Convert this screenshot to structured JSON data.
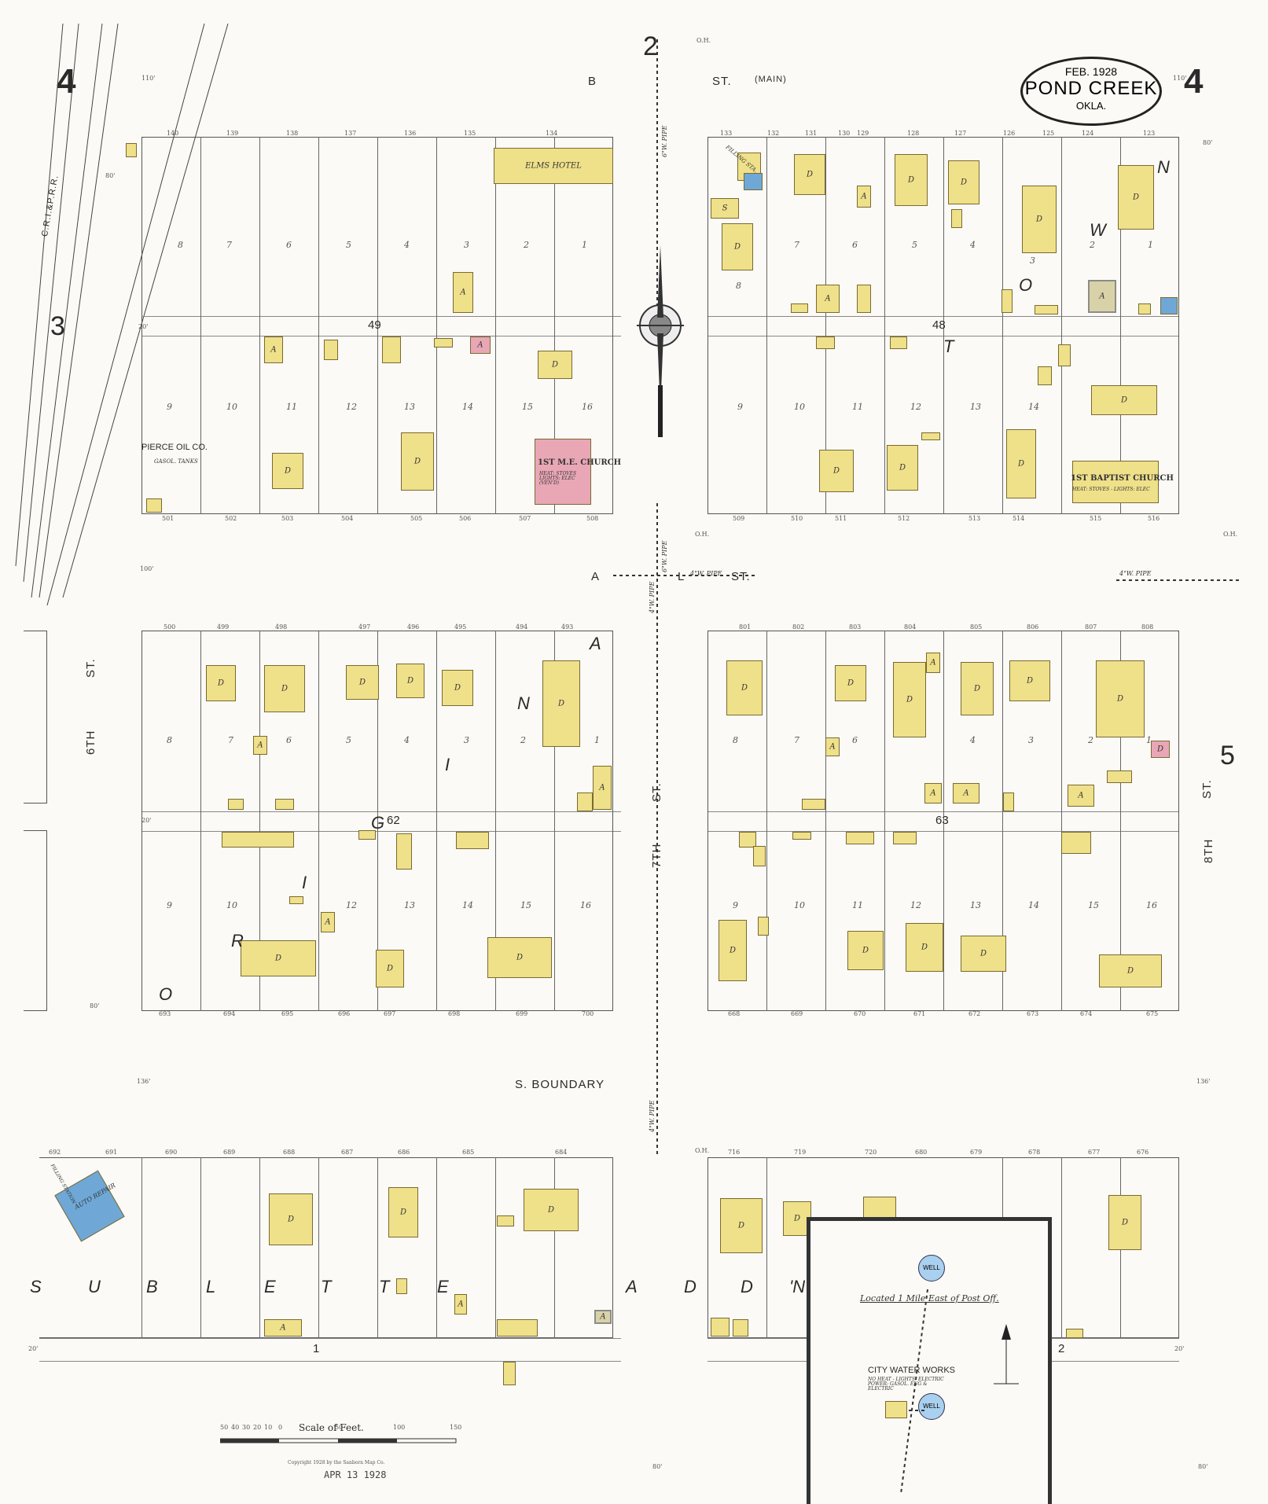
{
  "title": {
    "date": "FEB. 1928",
    "town": "POND CREEK",
    "state": "OKLA.",
    "sheet_left": "4",
    "sheet_right": "4"
  },
  "adjacent_sheets": {
    "top": "2",
    "left": "3",
    "right": "5"
  },
  "streets": {
    "b_st_left": "B",
    "b_st_right": "ST.",
    "b_main": "(MAIN)",
    "a_st_left": "A",
    "a_st_right": "L",
    "a_st_word": "ST.",
    "sixth": "6TH",
    "sixth_st": "ST.",
    "seventh": "7TH",
    "seventh_st": "ST.",
    "eighth": "8TH",
    "eighth_st": "ST.",
    "fifth_st": "ST.",
    "s_boundary": "S. BOUNDARY",
    "railroad": "C.R.I.&P.R.R."
  },
  "blocks": {
    "b49": "49",
    "b48": "48",
    "b62": "62",
    "b63": "63",
    "b1": "1",
    "b2": "2"
  },
  "buildings": {
    "elms_hotel": "ELMS HOTEL",
    "me_church": "1ST M.E. CHURCH",
    "me_church_note": "HEAT: STOVES LIGHTS: ELEC (VEN'D)",
    "baptist_church": "1ST BAPTIST CHURCH",
    "baptist_note": "HEAT: STOVES - LIGHTS: ELEC",
    "pierce_oil": "PIERCE OIL CO.",
    "gasol_tanks": "GASOL. TANKS",
    "filling_sta": "FILLING STA.",
    "auto_repair": "AUTO REPAIR",
    "filling_sta_2": "FILLING STATION",
    "dwelling": "D",
    "auto": "A",
    "store": "S",
    "water_works": "CITY WATER WORKS",
    "water_works_note": "NO HEAT - LIGHTS: ELECTRIC  POWER: GASOL. ENG & ELECTRIC",
    "water_works_loc": "Located 1 Mile East of Post Off.",
    "well": "WELL",
    "oh": "O.H."
  },
  "pipes": {
    "pipe_6": "6\"W. PIPE",
    "pipe_4": "4\"W. PIPE"
  },
  "additions": {
    "townsite_letters": [
      "T",
      "O",
      "W",
      "N"
    ],
    "original_letters": [
      "O",
      "R",
      "I",
      "G",
      "I",
      "N",
      "A",
      "L"
    ],
    "sublette_letters": [
      "S",
      "U",
      "B",
      "L",
      "E",
      "T",
      "T",
      "E"
    ],
    "add_letters": [
      "A",
      "D",
      "D",
      "'N"
    ]
  },
  "scale": {
    "label": "Scale of Feet.",
    "ticks": [
      "50",
      "40",
      "30",
      "20",
      "10",
      "0",
      "50",
      "100",
      "150"
    ],
    "copyright": "Copyright 1928 by the Sanborn Map Co.",
    "stamp": "APR 13 1928"
  },
  "widths": {
    "w80": "80'",
    "w20": "20'",
    "w100": "100'",
    "w136": "136'",
    "w110": "110'"
  },
  "lot_numbers_top": [
    "8",
    "7",
    "6",
    "5",
    "4",
    "3",
    "2",
    "1"
  ],
  "lot_numbers_bottom": [
    "9",
    "10",
    "11",
    "12",
    "13",
    "14",
    "15",
    "16"
  ],
  "addresses": {
    "top_left": [
      "140",
      "139",
      "138",
      "137",
      "136",
      "135",
      "134"
    ],
    "bottom_left": [
      "501",
      "502",
      "503",
      "504",
      "505",
      "506",
      "507",
      "508"
    ],
    "top_right": [
      "133",
      "132",
      "131",
      "130",
      "129",
      "128",
      "127",
      "126",
      "125",
      "124",
      "123"
    ],
    "bottom_right": [
      "509",
      "510",
      "511",
      "512",
      "513",
      "514",
      "515",
      "516"
    ],
    "mid_left": [
      "500",
      "499",
      "498",
      "497",
      "496",
      "495",
      "494",
      "493"
    ],
    "low_left": [
      "693",
      "694",
      "695",
      "696",
      "697",
      "698",
      "699",
      "700"
    ],
    "mid_right": [
      "801",
      "802",
      "803",
      "804",
      "805",
      "806",
      "807",
      "808"
    ],
    "low_right": [
      "668",
      "669",
      "670",
      "671",
      "672",
      "673",
      "674",
      "675"
    ],
    "sub_left": [
      "692",
      "691",
      "690",
      "689",
      "688",
      "687",
      "686",
      "685",
      "684"
    ],
    "sub_right": [
      "716",
      "719",
      "720",
      "680",
      "679",
      "678",
      "677",
      "676"
    ]
  }
}
